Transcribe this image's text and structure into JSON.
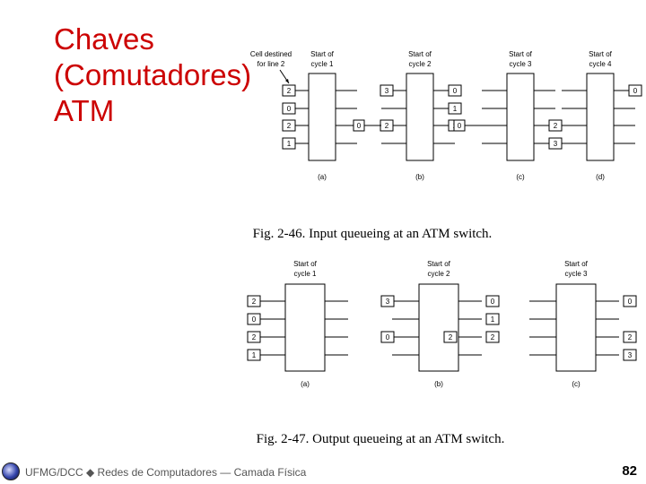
{
  "slide": {
    "title_lines": [
      "Chaves",
      "(Comutadores)",
      "ATM"
    ],
    "footer_text": "UFMG/DCC ◆ Redes de Computadores — Camada Física",
    "page_number": "82"
  },
  "fig46": {
    "annotation": [
      "Cell destined",
      "for line 2"
    ],
    "caption": "Fig. 2-46. Input queueing at an ATM switch.",
    "panels": [
      {
        "header": [
          "Start of",
          "cycle 1"
        ],
        "label": "(a)",
        "inputs": [
          "2",
          "0",
          "2",
          "1"
        ],
        "inputs_far": [
          "",
          "",
          "",
          ""
        ],
        "inner": [
          "",
          "",
          "",
          ""
        ],
        "outputs": [
          "",
          "",
          "",
          ""
        ]
      },
      {
        "header": [
          "Start of",
          "cycle 2"
        ],
        "label": "(b)",
        "inputs": [
          "3",
          "",
          "2",
          ""
        ],
        "inputs_far": [
          "",
          "",
          "0",
          ""
        ],
        "inner": [
          "",
          "",
          "",
          ""
        ],
        "outputs": [
          "0",
          "1",
          "2",
          ""
        ]
      },
      {
        "header": [
          "Start of",
          "cycle 3"
        ],
        "label": "(c)",
        "inputs": [
          "",
          "",
          "",
          ""
        ],
        "inputs_far": [
          "",
          "",
          "0",
          ""
        ],
        "inner": [
          "",
          "",
          "",
          ""
        ],
        "outputs": [
          "",
          "",
          "2",
          "3"
        ]
      },
      {
        "header": [
          "Start of",
          "cycle 4"
        ],
        "label": "(d)",
        "inputs": [
          "",
          "",
          "",
          ""
        ],
        "inputs_far": [
          "",
          "",
          "",
          ""
        ],
        "inner": [
          "",
          "",
          "",
          ""
        ],
        "outputs": [
          "0",
          "",
          "",
          ""
        ]
      }
    ]
  },
  "fig47": {
    "caption": "Fig. 2-47. Output queueing at an ATM switch.",
    "panels": [
      {
        "header": [
          "Start of",
          "cycle 1"
        ],
        "label": "(a)",
        "inputs": [
          "2",
          "0",
          "2",
          "1"
        ],
        "inputs_far": [
          "",
          "",
          "",
          ""
        ],
        "inner": [
          "",
          "",
          "",
          ""
        ],
        "outputs": [
          "",
          "",
          "",
          ""
        ]
      },
      {
        "header": [
          "Start of",
          "cycle 2"
        ],
        "label": "(b)",
        "inputs": [
          "3",
          "",
          "0",
          ""
        ],
        "inputs_far": [
          "",
          "",
          "",
          ""
        ],
        "inner": [
          "",
          "",
          "2",
          ""
        ],
        "outputs": [
          "0",
          "1",
          "2",
          ""
        ]
      },
      {
        "header": [
          "Start of",
          "cycle 3"
        ],
        "label": "(c)",
        "inputs": [
          "",
          "",
          "",
          ""
        ],
        "inputs_far": [
          "",
          "",
          "",
          ""
        ],
        "inner": [
          "",
          "",
          "",
          ""
        ],
        "outputs": [
          "0",
          "",
          "2",
          "3"
        ]
      }
    ]
  }
}
